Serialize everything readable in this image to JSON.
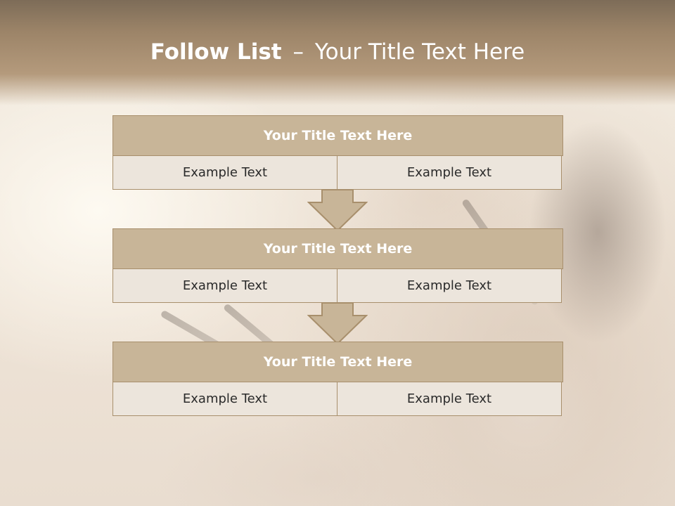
{
  "slide": {
    "title_bold": "Follow List",
    "title_separator": "–",
    "title_rest": "Your Title Text Here"
  },
  "flow": [
    {
      "title": "Your Title Text Here",
      "cells": [
        "Example Text",
        "Example Text"
      ]
    },
    {
      "title": "Your Title Text Here",
      "cells": [
        "Example Text",
        "Example Text"
      ]
    },
    {
      "title": "Your Title Text Here",
      "cells": [
        "Example Text",
        "Example Text"
      ]
    }
  ],
  "colors": {
    "header": "#9c8468",
    "box_title": "#c8b598",
    "box_cell": "#ece5dc",
    "border": "#a88f6c",
    "arrow": "#c8b598"
  }
}
